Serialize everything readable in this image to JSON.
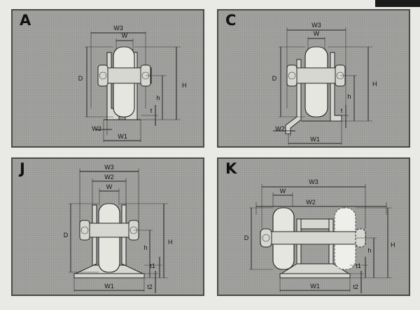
{
  "panels": {
    "a": {
      "label": "A",
      "dims": {
        "w3": "W3",
        "w": "W",
        "d": "D",
        "h": "h",
        "hh": "H",
        "t": "t",
        "w2": "W2",
        "w1": "W1"
      }
    },
    "c": {
      "label": "C",
      "dims": {
        "w3": "W3",
        "w": "W",
        "d": "D",
        "h": "h",
        "hh": "H",
        "t": "t",
        "w2": "W2",
        "w1": "W1"
      }
    },
    "j": {
      "label": "J",
      "dims": {
        "w3": "W3",
        "w2": "W2",
        "w": "W",
        "d": "D",
        "h": "h",
        "hh": "H",
        "t1": "t1",
        "t2": "t2",
        "w1": "W1"
      }
    },
    "k": {
      "label": "K",
      "dims": {
        "w3": "W3",
        "w": "W",
        "w2": "W2",
        "d": "D",
        "h": "h",
        "hh": "H",
        "t1": "t1",
        "t2": "t2",
        "w1": "W1"
      }
    }
  },
  "colors": {
    "panel": "#a6a6a3",
    "page": "#e9e9e6",
    "line": "#222222"
  }
}
